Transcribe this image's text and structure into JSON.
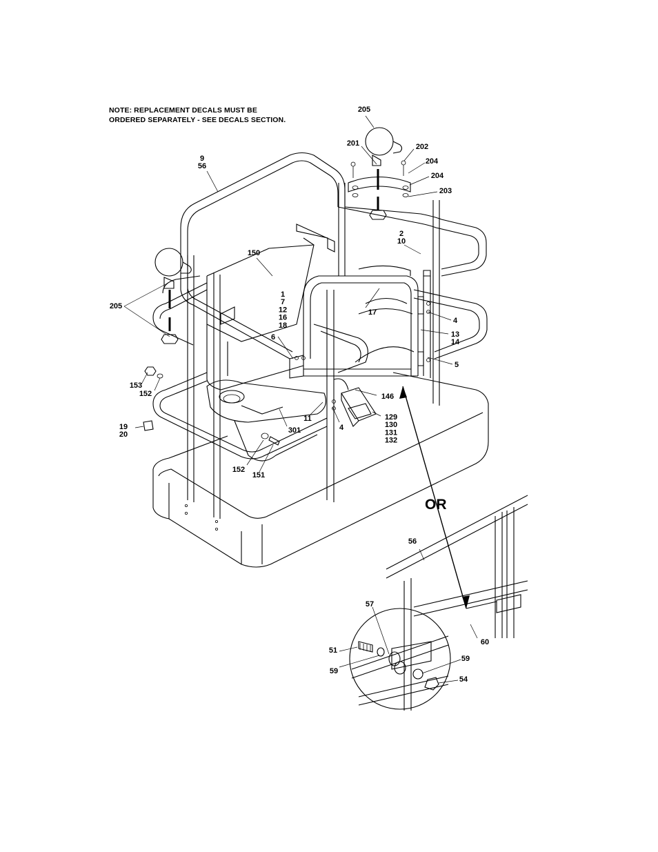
{
  "note": {
    "line1": "NOTE: REPLACEMENT DECALS MUST BE",
    "line2": "ORDERED SEPARATELY - SEE DECALS SECTION."
  },
  "or_text": "OR",
  "callouts": [
    {
      "id": "c205a",
      "lines": [
        "205"
      ]
    },
    {
      "id": "c201",
      "lines": [
        "201"
      ]
    },
    {
      "id": "c202",
      "lines": [
        "202"
      ]
    },
    {
      "id": "c204a",
      "lines": [
        "204"
      ]
    },
    {
      "id": "c204b",
      "lines": [
        "204"
      ]
    },
    {
      "id": "c203",
      "lines": [
        "203"
      ]
    },
    {
      "id": "c9",
      "lines": [
        "9",
        "56"
      ]
    },
    {
      "id": "c2",
      "lines": [
        "2",
        "10"
      ]
    },
    {
      "id": "c150",
      "lines": [
        "150"
      ]
    },
    {
      "id": "c205b",
      "lines": [
        "205"
      ]
    },
    {
      "id": "c1",
      "lines": [
        "1",
        "7",
        "12",
        "16",
        "18"
      ]
    },
    {
      "id": "c17",
      "lines": [
        "17"
      ]
    },
    {
      "id": "c4a",
      "lines": [
        "4"
      ]
    },
    {
      "id": "c13",
      "lines": [
        "13",
        "14"
      ]
    },
    {
      "id": "c6",
      "lines": [
        "6"
      ]
    },
    {
      "id": "c5",
      "lines": [
        "5"
      ]
    },
    {
      "id": "c153",
      "lines": [
        "153"
      ]
    },
    {
      "id": "c152a",
      "lines": [
        "152"
      ]
    },
    {
      "id": "c146",
      "lines": [
        "146"
      ]
    },
    {
      "id": "c19",
      "lines": [
        "19",
        "20"
      ]
    },
    {
      "id": "c11",
      "lines": [
        "11"
      ]
    },
    {
      "id": "c301",
      "lines": [
        "301"
      ]
    },
    {
      "id": "c4b",
      "lines": [
        "4"
      ]
    },
    {
      "id": "c129",
      "lines": [
        "129",
        "130",
        "131",
        "132"
      ]
    },
    {
      "id": "c152b",
      "lines": [
        "152"
      ]
    },
    {
      "id": "c151",
      "lines": [
        "151"
      ]
    },
    {
      "id": "c56",
      "lines": [
        "56"
      ]
    },
    {
      "id": "c57",
      "lines": [
        "57"
      ]
    },
    {
      "id": "c60",
      "lines": [
        "60"
      ]
    },
    {
      "id": "c51",
      "lines": [
        "51"
      ]
    },
    {
      "id": "c59a",
      "lines": [
        "59"
      ]
    },
    {
      "id": "c59b",
      "lines": [
        "59"
      ]
    },
    {
      "id": "c54",
      "lines": [
        "54"
      ]
    }
  ]
}
